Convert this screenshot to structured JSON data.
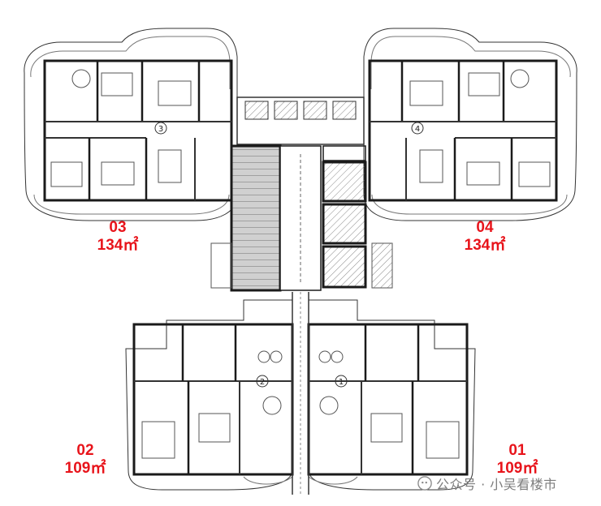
{
  "units": [
    {
      "id": "03",
      "area": "134㎡",
      "circle": "3"
    },
    {
      "id": "04",
      "area": "134㎡",
      "circle": "4"
    },
    {
      "id": "02",
      "area": "109㎡",
      "circle": "2"
    },
    {
      "id": "01",
      "area": "109㎡",
      "circle": "1"
    }
  ],
  "watermark": {
    "text": "公众号 · 小吴看楼市"
  },
  "colors": {
    "label": "#e8141b",
    "wall": "#1a1a1a",
    "line": "#555555",
    "stair_fill": "#c9c9c9"
  }
}
